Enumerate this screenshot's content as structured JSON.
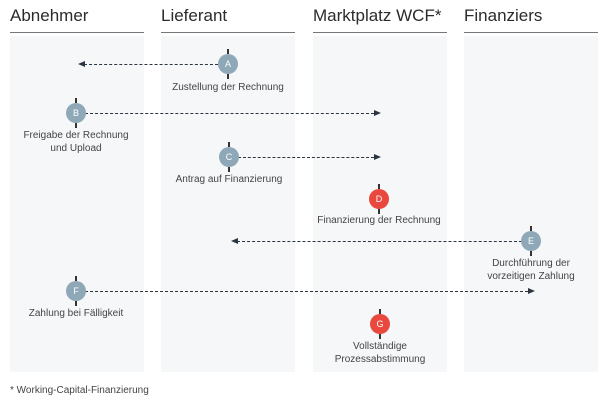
{
  "columns": [
    {
      "label": "Abnehmer"
    },
    {
      "label": "Lieferant"
    },
    {
      "label": "Marktplatz WCF*"
    },
    {
      "label": "Finanziers"
    }
  ],
  "colors": {
    "grey_node": "#8fa8b8",
    "red_node": "#e8483e",
    "arrow": "#2b3540",
    "panel": "#f5f7f9"
  },
  "steps": [
    {
      "letter": "A",
      "label": "Zustellung der Rechnung",
      "color": "grey",
      "column": "Lieferant"
    },
    {
      "letter": "B",
      "label": "Freigabe der Rechnung und Upload",
      "line1": "Freigabe der Rechnung",
      "line2": "und Upload",
      "color": "grey",
      "column": "Abnehmer"
    },
    {
      "letter": "C",
      "label": "Antrag auf Finanzierung",
      "color": "grey",
      "column": "Lieferant"
    },
    {
      "letter": "D",
      "label": "Finanzierung der Rechnung",
      "color": "red",
      "column": "Marktplatz WCF*"
    },
    {
      "letter": "E",
      "label": "Durchführung der vorzeitigen Zahlung",
      "line1": "Durchführung der",
      "line2": "vorzeitigen Zahlung",
      "color": "grey",
      "column": "Finanziers"
    },
    {
      "letter": "F",
      "label": "Zahlung bei Fälligkeit",
      "color": "grey",
      "column": "Abnehmer"
    },
    {
      "letter": "G",
      "label": "Vollständige Prozessabstimmung",
      "line1": "Vollständige",
      "line2": "Prozessabstimmung",
      "color": "red",
      "column": "Marktplatz WCF*"
    }
  ],
  "footnote": "* Working-Capital-Finanzierung"
}
